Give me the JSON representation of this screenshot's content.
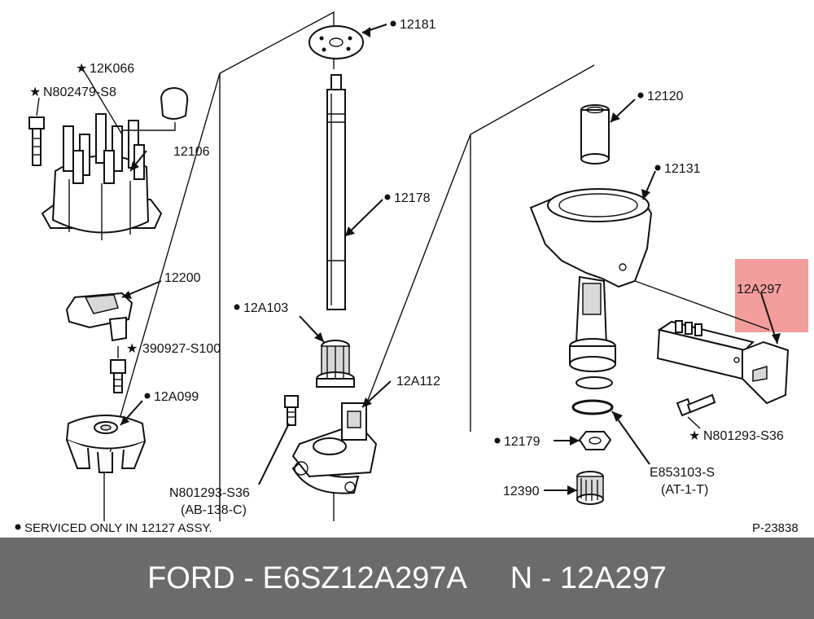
{
  "diagram": {
    "labels": {
      "p12181": "12181",
      "p12K066": "12K066",
      "pN802479": "N802479-S8",
      "p12106": "12106",
      "p12178": "12178",
      "p12120": "12120",
      "p12131": "12131",
      "p12200": "12200",
      "p390927": "390927-S100",
      "p12A099": "12A099",
      "p12A103": "12A103",
      "p12A112": "12A112",
      "p12A297": "12A297",
      "pN801293r": "N801293-S36",
      "p12179": "12179",
      "pE853103": "E853103-S",
      "pAT1T": "(AT-1-T)",
      "p12390": "12390",
      "pN801293c": "N801293-S36",
      "pAB138": "(AB-138-C)"
    },
    "footnote": "SERVICED ONLY IN 12127 ASSY.",
    "figure_id": "P-23838",
    "highlight_color": "#f28c8c"
  },
  "banner": {
    "part": "FORD - E6SZ12A297A",
    "ref": "N - 12A297"
  }
}
